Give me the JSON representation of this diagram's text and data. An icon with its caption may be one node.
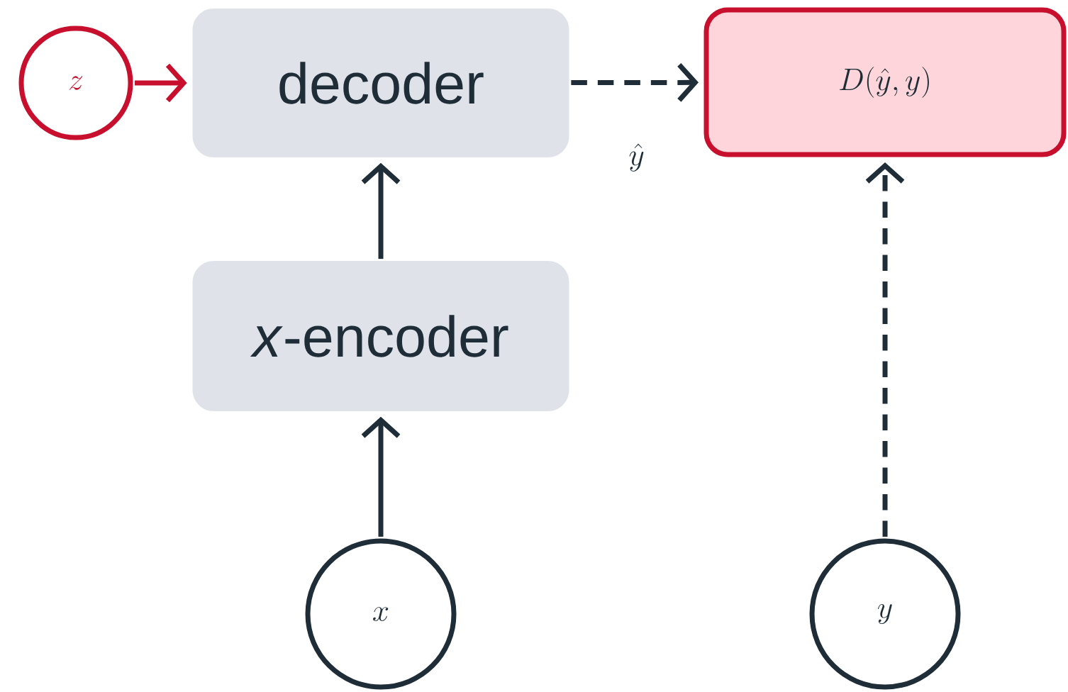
{
  "diagram": {
    "nodes": [
      {
        "text": [
          "z"
        ]
      },
      {
        "text": [
          "decoder"
        ]
      },
      {
        "text": [
          "*x*-encoder"
        ]
      },
      {
        "text": [
          "D(\\hat{y}, y)"
        ]
      },
      {
        "text": [
          "x"
        ]
      },
      {
        "text": [
          "y"
        ]
      }
    ],
    "edges": [
      {
        "from": 0,
        "to": 1,
        "arrow": "to",
        "color": "#c8102e"
      },
      {
        "from": 1,
        "to": 3,
        "arrow": "to",
        "style": "dashed",
        "label": "\\hat{y}"
      },
      {
        "from": 2,
        "to": 1,
        "arrow": "to"
      },
      {
        "from": 4,
        "to": 2,
        "arrow": "to"
      },
      {
        "from": 5,
        "to": 3,
        "arrow": "to",
        "style": "dashed"
      }
    ]
  }
}
